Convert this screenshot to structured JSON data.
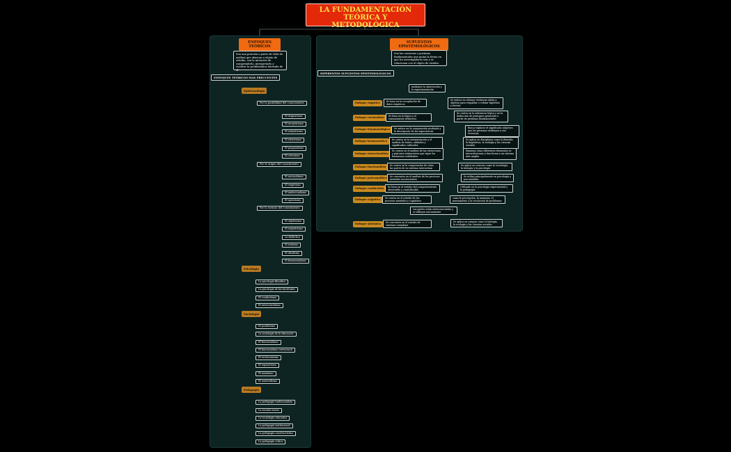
{
  "main_title": "LA FUNDAMENTACIÓN TEÓRICA Y METODOLÓGICA",
  "left": {
    "header": "ENFOQUES TEÓRICOS",
    "intro": "Son una posición o punto de vista de análisis que abarcan u objeto de estudio, con la intención de comprenderlo, interpretarlo y resolver la problemática derivada de él",
    "section": "ENFOQUES TEÓRICOS MÁS FRECUENTES",
    "epistemologia": {
      "label": "Epistemología",
      "groups": [
        {
          "label": "Por la posibilidad del conocimiento",
          "items": [
            "El dogmatismo",
            "El escepticismo",
            "El subjetivismo",
            "El relativismo",
            "El pragmatismo",
            "El criticismo"
          ]
        },
        {
          "label": "Por el origen del conocimiento",
          "items": [
            "El racionalismo",
            "El empirismo",
            "El intelectualismo",
            "El apriorismo"
          ]
        },
        {
          "label": "Por la esencia del conocimiento",
          "items": [
            "El objetivismo",
            "El subjetivismo",
            "La dialéctica",
            "El realismo",
            "El idealismo",
            "El fenomenalismo"
          ]
        }
      ]
    },
    "psicologia": {
      "label": "Psicología",
      "items": [
        "La psicología filosófica",
        "La psicología de las facultades",
        "El conductismo",
        "El estructuralismo"
      ]
    },
    "sociologia": {
      "label": "Sociología",
      "items": [
        "El positivismo",
        "La sociología de la educación",
        "El funcionalismo",
        "El funcionalismo estructural",
        "El evolucionismo",
        "El organicismo",
        "El marxismo",
        "El materialismo"
      ]
    },
    "pedagogia": {
      "label": "Pedagogía",
      "items": [
        "La pedagogía tradicionalista",
        "La escuela nueva",
        "La tecnología educativa",
        "La pedagogía institucional",
        "La pedagogía constructivista",
        "La pedagogía crítica"
      ]
    }
  },
  "right": {
    "header": "SUPUESTOS EPISTEMOLÓGICOS",
    "intro": "Son las creencias o posturas fundamentales que guían la forma en que los investigadores ven y se relacionan con el objeto de estudio.",
    "section": "DIFERENTES SUPUESTOS EPISTEMOLÓGICOS",
    "enfoques": [
      {
        "label": "Enfoque empírico",
        "desc": "Se basa en la recopilación de datos empíricos",
        "detail": "Se enfoca en obtener evidencia sólida y objetiva para respaldar o refutar hipótesis y teorías",
        "extra": "mediante la observación y la experimentación"
      },
      {
        "label": "Enfoque racionalista",
        "desc": "Se basa en la lógica y el razonamiento deductivo",
        "detail": "Se centra en la inferencia lógica y en la deducción de principios generales a partir de premisas fundamentales"
      },
      {
        "label": "Enfoque fenomenológico",
        "desc": "Se enfoca en la comprensión profunda y la descripción de las experiencias",
        "detail": "Busca explorar el significado subjetivo que las personas atribuyen a sus vivencias"
      },
      {
        "label": "Enfoque hermenéutico",
        "desc": "Se centra en la interpretación y el análisis de textos, símbolos y significados culturales",
        "detail": "Se aplica en disciplinas como la filosofía, la lingüística, la teología y las ciencias sociales"
      },
      {
        "label": "Enfoque estructuralista",
        "desc": "Se centra en el análisis de las estructuras y patrones subyacentes que rigen los fenómenos estudiados",
        "detail": "Examina cómo diferentes elementos se interrelacionan y dan forma a un sistema más amplio"
      },
      {
        "label": "Enfoque funcionalista",
        "desc": "Se centra en la comprensión de cómo las partes de un sistema interactúan",
        "detail": "Se aplica en ciencias como la sociología, la biología y la psicología"
      },
      {
        "label": "Enfoque psicoanalítico",
        "desc": "Se concentra en el análisis de los procesos mentales inconscientes",
        "detail": "Se utiliza principalmente en psicología y psicoanálisis"
      },
      {
        "label": "Enfoque conductista",
        "desc": "Se basa en el estudio del comportamiento observable y cuantificable",
        "detail": "Utilizado en la psicología experimental y la pedagogía"
      },
      {
        "label": "Enfoque cognitivo",
        "desc": "Se centra en el estudio de los procesos mentales y cognitivos",
        "detail": "como la percepción, la memoria, el pensamiento y la resolución de problemas"
      },
      {
        "label": "Enfoque sistémico",
        "desc": "Se concentra en el estudio de sistemas complejos",
        "detail": "Se aplica en campos como la biología, la ecología y las ciencias sociales",
        "extra": "sus partes están interconectadas y se influyen mutuamente"
      }
    ]
  }
}
